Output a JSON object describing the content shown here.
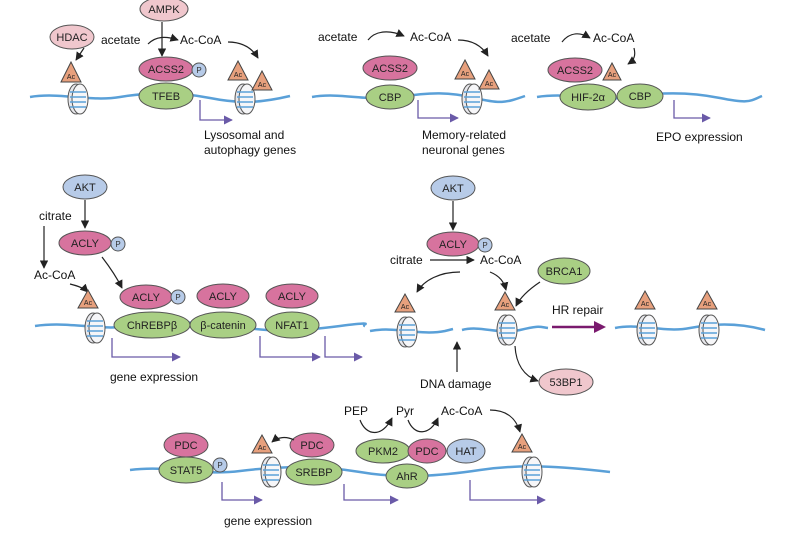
{
  "colors": {
    "dna": "#5aa0d8",
    "acly": "#d7739e",
    "green_protein": "#a9cf84",
    "blue_protein": "#b7cbe8",
    "pink_light": "#f0c7cd",
    "ac_triangle": "#e7a07d",
    "gene_arrow": "#6a5aa8",
    "hr_arrow": "#7a1a6e"
  },
  "panel1": {
    "hdac": "HDAC",
    "ampk": "AMPK",
    "acetate": "acetate",
    "acoa": "Ac-CoA",
    "acss2": "ACSS2",
    "p": "P",
    "tfeb": "TFEB",
    "ac": "Ac",
    "gene_line1": "Lysosomal and",
    "gene_line2": "autophagy genes"
  },
  "panel2": {
    "acetate": "acetate",
    "acoa": "Ac-CoA",
    "acss2": "ACSS2",
    "cbp": "CBP",
    "ac": "Ac",
    "gene_line1": "Memory-related",
    "gene_line2": "neuronal genes"
  },
  "panel3": {
    "acetate": "acetate",
    "acoa": "Ac-CoA",
    "acss2": "ACSS2",
    "hif": "HIF-2α",
    "cbp": "CBP",
    "ac": "Ac",
    "gene": "EPO expression"
  },
  "panel4": {
    "akt": "AKT",
    "citrate": "citrate",
    "acly": "ACLY",
    "p": "P",
    "acoa": "Ac-CoA",
    "ac": "Ac",
    "chrebp": "ChREBPβ",
    "bcatenin": "β-catenin",
    "nfat1": "NFAT1",
    "gene": "gene expression"
  },
  "panel5": {
    "akt": "AKT",
    "acly": "ACLY",
    "p": "P",
    "citrate": "citrate",
    "acoa": "Ac-CoA",
    "brca1": "BRCA1",
    "hr_repair": "HR repair",
    "dna_damage": "DNA damage",
    "p53bp1": "53BP1",
    "ac": "Ac"
  },
  "panel6": {
    "pdc": "PDC",
    "stat5": "STAT5",
    "p": "P",
    "srebp": "SREBP",
    "ac": "Ac",
    "gene": "gene expression",
    "pep": "PEP",
    "pyr": "Pyr",
    "acoa": "Ac-CoA",
    "pkm2": "PKM2",
    "hat": "HAT",
    "ahr": "AhR"
  }
}
